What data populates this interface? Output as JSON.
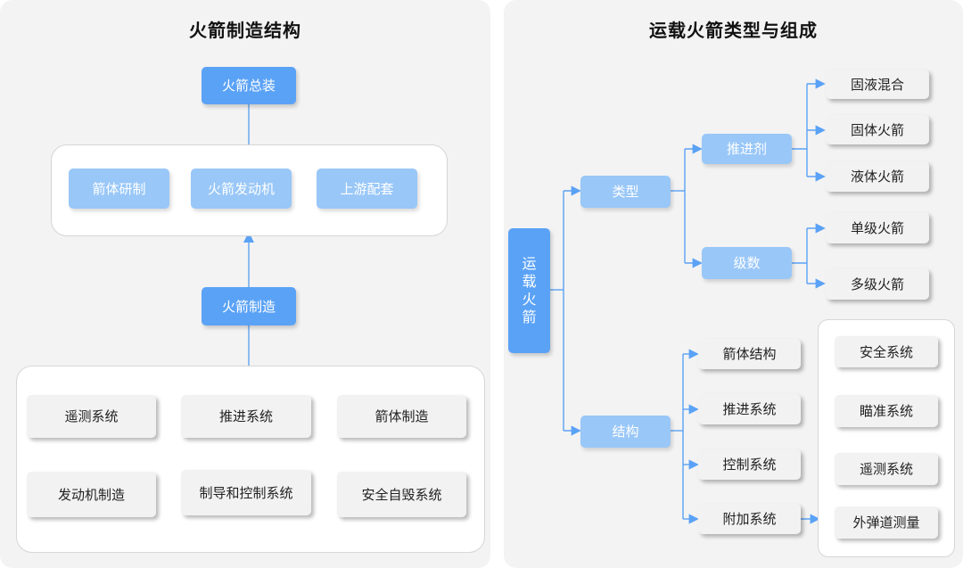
{
  "left": {
    "title": "火箭制造结构",
    "top_node": "火箭总装",
    "middle_group": [
      "箭体研制",
      "火箭发动机",
      "上游配套"
    ],
    "manufacture_node": "火箭制造",
    "bottom_group": [
      "遥测系统",
      "推进系统",
      "箭体制造",
      "发动机制造",
      "制导和控制系统",
      "安全自毁系统"
    ]
  },
  "right": {
    "title": "运载火箭类型与组成",
    "root": "运载火箭",
    "types": {
      "label": "类型",
      "propellant": {
        "label": "推进剂",
        "items": [
          "固液混合",
          "固体火箭",
          "液体火箭"
        ]
      },
      "stages": {
        "label": "级数",
        "items": [
          "单级火箭",
          "多级火箭"
        ]
      }
    },
    "structure": {
      "label": "结构",
      "items": [
        "箭体结构",
        "推进系统",
        "控制系统",
        "附加系统"
      ],
      "additional_items": [
        "安全系统",
        "瞄准系统",
        "遥测系统",
        "外弹道测量"
      ]
    }
  },
  "colors": {
    "node_blue": "#5aa2f6",
    "node_light_blue": "#99c7f8",
    "node_grey": "#f2f2f2",
    "line_blue": "#5aa2f6"
  }
}
